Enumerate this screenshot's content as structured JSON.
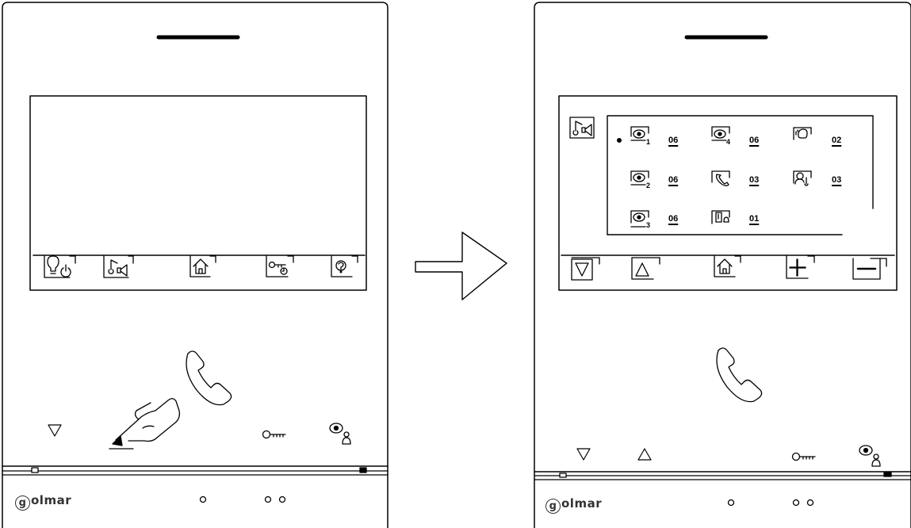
{
  "left_device": {
    "brand": "olmar",
    "brand_initial": "g",
    "menu_icons": [
      "bulb-power-icon",
      "tone-video-icon",
      "home-icon",
      "key-icon",
      "help-icon"
    ],
    "bottom_buttons": [
      "down-triangle-icon",
      "touch-hand-icon",
      "key-icon",
      "monitor-user-icon"
    ]
  },
  "right_device": {
    "brand": "olmar",
    "brand_initial": "g",
    "selected_row": 0,
    "settings": [
      {
        "icon": "camera-1-icon",
        "value": "06"
      },
      {
        "icon": "camera-4-icon",
        "value": "06"
      },
      {
        "icon": "door-bell-tone-icon",
        "value": "02"
      },
      {
        "icon": "camera-2-icon",
        "value": "06"
      },
      {
        "icon": "handset-tone-icon",
        "value": "03"
      },
      {
        "icon": "user-tone-icon",
        "value": "03"
      },
      {
        "icon": "camera-3-icon",
        "value": "06"
      },
      {
        "icon": "door-tone-icon",
        "value": "01"
      }
    ],
    "softkeys": [
      "down-triangle-icon",
      "up-triangle-icon",
      "home-icon",
      "plus-icon",
      "minus-icon"
    ],
    "bottom_buttons": [
      "down-triangle-icon",
      "up-triangle-icon",
      "key-icon",
      "monitor-user-icon"
    ]
  },
  "transition": "arrow-right-icon"
}
